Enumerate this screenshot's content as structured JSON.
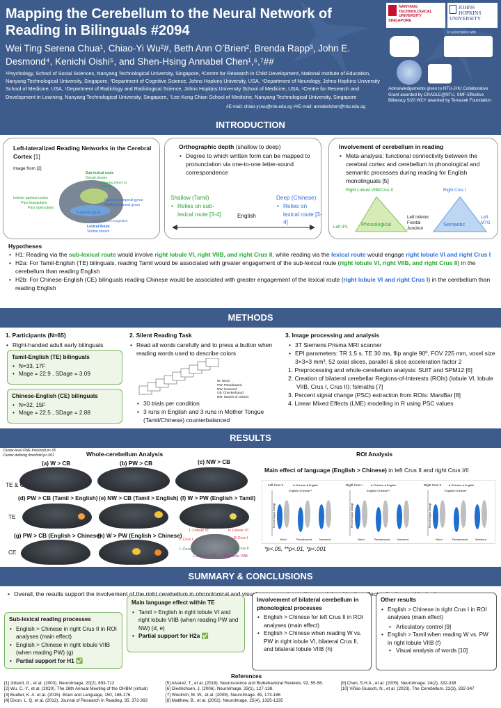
{
  "header": {
    "title": "Mapping the Cerebellum to the Neural Network of Reading in Bilinguals #2094",
    "authors": "Wei Ting Serena Chua¹, Chiao-Yi Wu²#, Beth Ann O’Brien², Brenda Rapp³, John E. Desmond⁴, Kenichi Oishi⁵, and Shen-Hsing Annabel Chen¹,⁶,⁷##",
    "affiliations": "¹Psychology, School of Social Sciences, Nanyang Technological University, Singapore, ²Centre for Research in Child Development, National Institute of Education, Nanyang Technological University, Singapore, ³Department of Cognitive Science, Johns Hopkins University, USA, ⁴Department of Neurology, Johns Hopkins University School of Medicine, USA, ⁵Department of Radiology and Radiological Science, Johns Hopkins University School of Medicine, USA, ⁶Centre for Research and Development in Learning, Nanyang Technological University, Singapore, ⁷Lee Kong Chian School of Medicine, Nanyang Technological University, Singapore",
    "emails": "#E-mail: chiao-yi.wu@nie.edu.sg ##E-mail: annabelchen@ntu.edu.sg",
    "logo_ntu": "NANYANG TECHNOLOGICAL UNIVERSITY SINGAPORE",
    "logo_jhu": "JOHNS HOPKINS UNIVERSITY",
    "in_assoc": "In association with",
    "acknowledgements": "Acknowledgements given to NTU-JHU Collaborative Grant awarded by CRADLE@NTU, SMF-Effective Biliteracy 5/20 WCY awarded by Temasek Foundation"
  },
  "intro": {
    "heading": "INTRODUCTION",
    "box1_title": "Left-lateralized Reading Networks in the Cerebral Cortex",
    "box1_ref": " [1]",
    "box1_img": "Image from [2]",
    "brain_labels": [
      "Sub-lexical route",
      "Dorsal stream",
      "Mapping letters to sounds",
      "Inferior parietal cortex",
      "Pars triangularis",
      "Pars opercularis",
      "Superior temporal gyrus",
      "Middle temporal gyrus",
      "Fusiform gyrus",
      "Whole-word recognition",
      "Lexical Route",
      "Ventral stream"
    ],
    "box2_title": "Orthographic depth",
    "box2_title_rest": " (shallow to deep)",
    "box2_bullet": "Degree to which written form can be mapped to pronunciation via one-to-one letter-sound correspondence",
    "shallow": "Shallow (Tamil)",
    "shallow_b": "Relies on sub-lexical route [3-4]",
    "deep": "Deep (Chinese)",
    "deep_b": "Relies on lexical route [3-4]",
    "english": "English",
    "box3_title": "Involvement of cerebellum in reading",
    "box3_bullet": "Meta-analysis: functional connectivity between the cerebral cortex and cerebellum in phonological and semantic processes during reading for English monolinguals [5]",
    "tri": {
      "top_left": "Right Lobule VIIB/Crus II",
      "top_right": "Right Crus I",
      "left_ipl": "Left IPL",
      "phon": "Phonological",
      "sem": "Semantic",
      "lifj": "Left Inferior Frontal Junction",
      "lmtg": "Left MTG"
    }
  },
  "hyp": {
    "title": "Hypotheses",
    "h1": [
      "H1: Reading via the ",
      "sub-lexical route",
      " would involve ",
      "right lobule VI, right VIIB, and right Crus II",
      ", while reading via the ",
      "lexical route",
      " would engage ",
      "right lobule VI and right Crus I"
    ],
    "h2a": [
      "H2a: For Tamil-English (TE) bilinguals, reading Tamil would be associated with greater engagement of the sub-lexical route (",
      "right lobule VI, right VIIB, and right Crus II",
      ") in the cerebellum than reading English"
    ],
    "h2b": [
      "H2b: For Chinese-English (CE) bilinguals reading Chinese would be associated with greater engagement of the lexical route (",
      "right lobule VI and right Crus I",
      ") in the cerebellum than reading English"
    ]
  },
  "methods": {
    "heading": "METHODS",
    "p_title": "1. Participants (N=65)",
    "p_b": "Right-handed adult early bilinguals",
    "te_title": "Tamil-English (TE) bilinguals",
    "te_n": "N=33, 17F",
    "te_age": "Mage = 22.9 , SDage = 3.09",
    "ce_title": "Chinese-English (CE) bilinguals",
    "ce_n": "N=32, 15F",
    "ce_age": "Mage = 22.5 , SDage = 2.88",
    "s_title": "2. Silent Reading Task",
    "s_b1": "Read all words carefully and to press a button when reading words used to describe colors",
    "legend": [
      "W: Word",
      "PW: Pseudoword",
      "NW: Nonword",
      "CB: Checkerboard",
      "DM: Names of colours"
    ],
    "s_b2": "30 trials per condition",
    "s_b3": "3 runs in English and 3 runs in Mother Tongue (Tamil/Chinese) counterbalanced",
    "i_title": "3. Image processing and analysis",
    "i_b1": "3T Siemens Prisma MRI scanner",
    "i_b2": "EPI parameters: TR 1.5 s, TE 30 ms, flip angle 90º, FOV 225 mm, voxel size 3×3×3 mm³, 52 axial slices, parallel & slice acceleration factor 2",
    "i_n": [
      "1.  Preprocessing and whole-cerebellum analysis: SUIT and SPM12 [6]",
      "2.  Creation of bilateral cerebellar Regions-of-Interests (ROIs) (lobule VI, lobule VIIB, Crus I, Crus II): fslmaths [7]",
      "3.  Percent signal change (PSC) extraction from ROIs: MarsBar [8]",
      "4.  Linear Mixed Effects (LME) modelling in R using PSC values"
    ]
  },
  "results": {
    "heading": "RESULTS",
    "thresh1": "Cluster-level FWE threshold p<.05",
    "thresh2": "Cluster-defining threshold p<.001",
    "wc": "Whole-cerebellum Analysis",
    "a": "(a) W > CB",
    "b": "(b) PW > CB",
    "c": "(c) NW > CB",
    "d": "(d) PW > CB (Tamil > English)",
    "e": "(e) NW > CB (Tamil > English)",
    "f": "(f) W > PW (English > Tamil)",
    "g": "(g) PW > CB (English > Chinese)",
    "h": "(h) W > PW (English > Chinese)",
    "row1": "TE & CE",
    "row2": "TE",
    "row3": "CE",
    "map": [
      "L Lobule VI",
      "R Lobule VI",
      "L Crus I",
      "R Crus I",
      "L Crus II",
      "R Crus II",
      "L Lobule VIIB",
      "R Lobule VIIB"
    ],
    "roi": "ROI Analysis",
    "main": "Main effect of language (English > Chinese)",
    "main_rest": " in left Crus II and right Crus I/II",
    "plots": [
      {
        "title": "Left Crus II",
        "ann": "English>Chinese**"
      },
      {
        "title": "Right Crus I",
        "ann": "English>Chinese**"
      },
      {
        "title": "Right Crus II",
        "ann": "English>Chinese*"
      }
    ],
    "plot_legend": [
      "Chinese",
      "English"
    ],
    "plot_x": [
      "Word",
      "Pseudoword",
      "Nonword"
    ],
    "plot_y": "Percent Signal Change",
    "sig": "*p<.05, **p<.01, *p<.001"
  },
  "summary": {
    "heading": "SUMMARY & CONCLUSIONS",
    "main": "Overall, the results support the involvement of the right cerebellum in phonological and visual processes in reading, modulated by the effects of orthographic depth",
    "b1_title": "Sub-lexical reading processes",
    "b1": [
      "English > Chinese in right Crus II in ROI analyses (main effect)",
      "English > Chinese in right lobule VIIB (when reading PW) (g)",
      "Partial support for H1 ✅"
    ],
    "b2_title": "Main language effect within TE",
    "b2": [
      "Tamil > English in right lobule VI and right lobule VIIB (when reading PW and NW) (d, e)",
      "Partial support for H2a ✅"
    ],
    "b3_title": "Involvement of bilateral cerebellum in phonological processes",
    "b3": [
      "English > Chinese for left Crus II in ROI analyses (main effect)",
      "English > Chinese when reading W vs. PW in right lobule VI, bilateral Crus II, and bilateral lobule VIIB (h)"
    ],
    "b4_title": "Other results",
    "b4": [
      "English > Chinese in right Crus I in ROI analyses (main effect)",
      "Articulatory control [9]",
      "English > Tamil when reading W vs. PW in right lobule VIIB (f)",
      "Visual analysis of words [10]"
    ]
  },
  "references": {
    "title": "References",
    "col1": [
      "[1] Jobard, G., et al. (2003). NeuroImage, 20(2), 693-712",
      "[2] Wu, C.-Y., et al. (2020). The 26th Annual Meeting of the OHBM (virtual)",
      "[3] Buetler, K. A. et al. (2015). Brain and Language, 150, 166-176.",
      "[4] Dixon, L. Q. et al. (2012). Journal of Research in Reading. 35, 372-392"
    ],
    "col2": [
      "[5] Alvarez, T., et al. (2018). Neuroscience and Biobehavioral Reviews. 92, 55-56.",
      "[6] Diedrichsen, J. (2006). NeuroImage. 33(1), 127-138.",
      "[7] Woolrich, M. W., et al. (2009). NeuroImage. 45, 173-186",
      "[8] Matthew, B., et al. (2002). NeuroImage. 25(4), 1325-1335"
    ],
    "col3": [
      "[9] Chen, S.H.A., et al. (2005). NeuroImage. 24(2), 332-338",
      "[10] Viñas-Guasch, N., et al. (2023). The Cerebellum. 22(3), 332-347"
    ]
  }
}
